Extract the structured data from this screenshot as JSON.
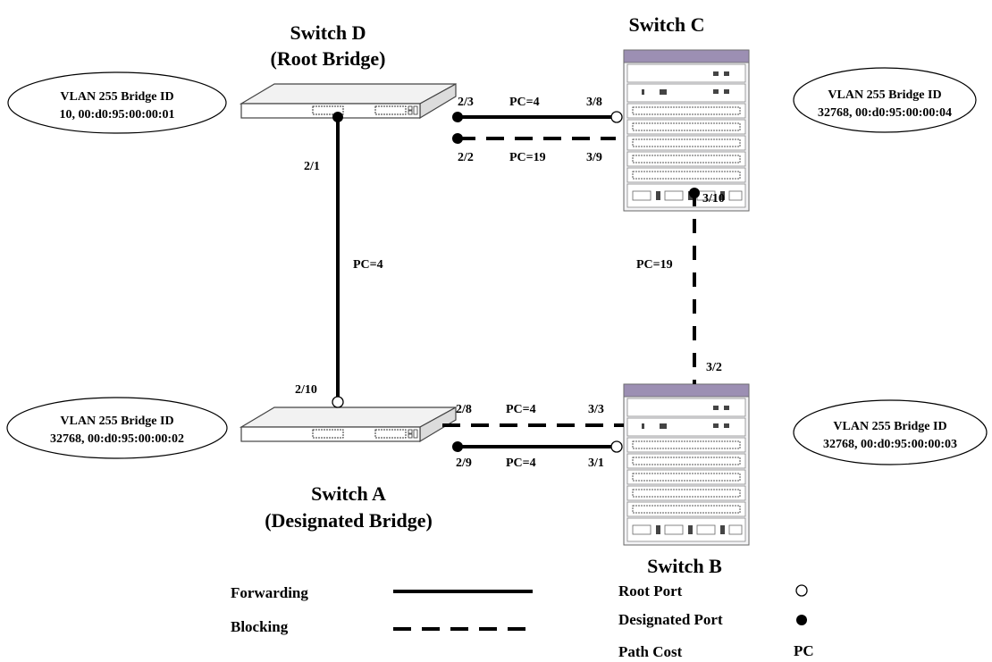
{
  "switches": {
    "d": {
      "name": "Switch D",
      "role": "(Root Bridge)",
      "bridge_id_line1": "VLAN 255 Bridge ID",
      "bridge_id_line2": "10, 00:d0:95:00:00:01"
    },
    "c": {
      "name": "Switch C",
      "bridge_id_line1": "VLAN 255 Bridge ID",
      "bridge_id_line2": "32768, 00:d0:95:00:00:04"
    },
    "a": {
      "name": "Switch A",
      "role": "(Designated Bridge)",
      "bridge_id_line1": "VLAN 255 Bridge ID",
      "bridge_id_line2": "32768, 00:d0:95:00:00:02"
    },
    "b": {
      "name": "Switch B",
      "bridge_id_line1": "VLAN 255 Bridge ID",
      "bridge_id_line2": "32768, 00:d0:95:00:00:03"
    }
  },
  "links": {
    "d_c_top": {
      "port_left": "2/3",
      "cost": "PC=4",
      "port_right": "3/8"
    },
    "d_c_bottom": {
      "port_left": "2/2",
      "cost": "PC=19",
      "port_right": "3/9"
    },
    "d_a": {
      "port_top": "2/1",
      "cost": "PC=4",
      "port_bottom": "2/10"
    },
    "c_b": {
      "port_top": "3/10",
      "cost": "PC=19",
      "port_bottom": "3/2"
    },
    "a_b_top": {
      "port_left": "2/8",
      "cost": "PC=4",
      "port_right": "3/3"
    },
    "a_b_bottom": {
      "port_left": "2/9",
      "cost": "PC=4",
      "port_right": "3/1"
    }
  },
  "legend": {
    "forwarding": "Forwarding",
    "blocking": "Blocking",
    "root_port": "Root Port",
    "designated_port": "Designated Port",
    "path_cost": "Path Cost",
    "path_cost_symbol": "PC"
  }
}
